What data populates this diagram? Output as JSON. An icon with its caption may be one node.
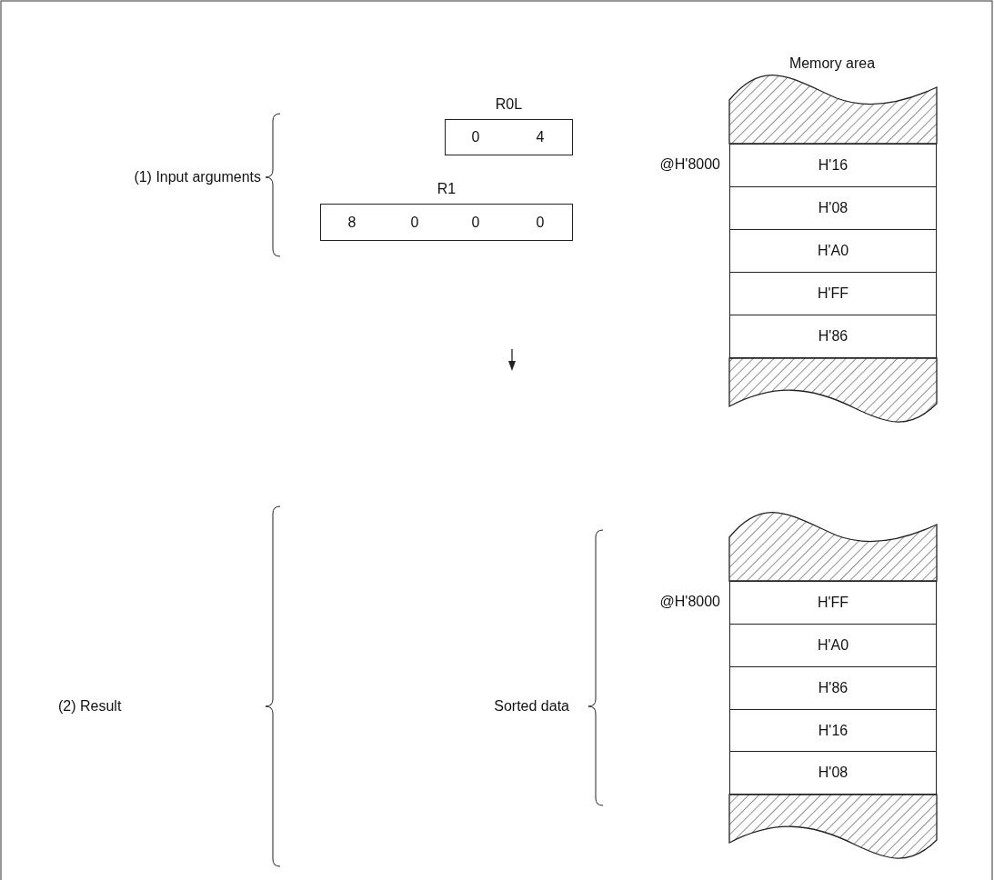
{
  "diagram": {
    "nodes": [
      {
        "text": [
          "R0L",
          "0",
          "4"
        ]
      },
      {
        "text": [
          "R1",
          "8",
          "0",
          "0",
          "0"
        ]
      },
      {
        "text": [],
        "shape": "box"
      },
      {
        "text": [
          "H'16"
        ],
        "beside": [
          "@H'8000"
        ]
      },
      {
        "text": [
          "H'08"
        ]
      },
      {
        "text": [
          "H'A0"
        ]
      },
      {
        "text": [
          "H'FF"
        ]
      },
      {
        "text": [
          "H'86"
        ]
      },
      {
        "text": [],
        "shape": "box"
      },
      {
        "text": [],
        "shape": "box"
      },
      {
        "text": [
          "H'FF"
        ],
        "beside": [
          "@H'8000"
        ]
      },
      {
        "text": [
          "H'A0"
        ]
      },
      {
        "text": [
          "H'86"
        ]
      },
      {
        "text": [
          "H'16"
        ]
      },
      {
        "text": [
          "H'08"
        ]
      },
      {
        "text": [],
        "shape": "box"
      }
    ],
    "labels": [
      "Memory area",
      "(1) Input arguments",
      "(2) Result",
      "Sorted data"
    ]
  }
}
